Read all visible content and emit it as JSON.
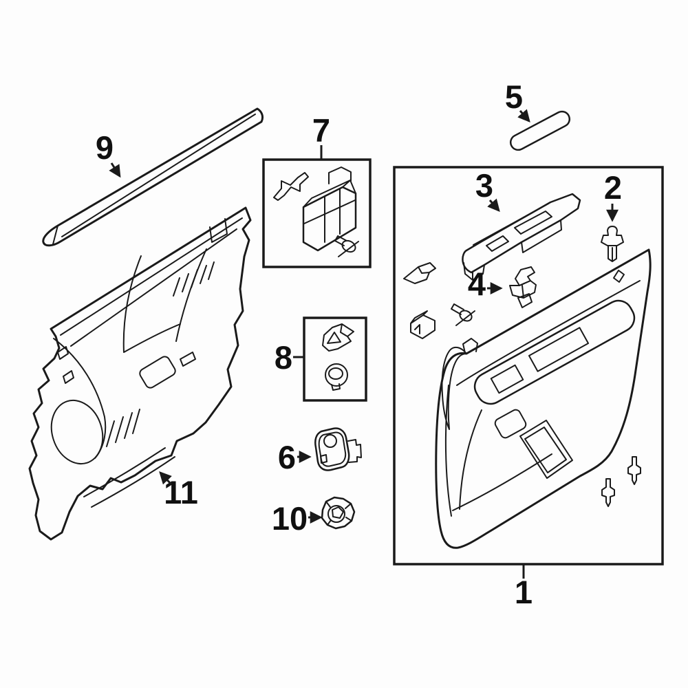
{
  "colors": {
    "background": "#fdfdfd",
    "line": "#1a1a1a",
    "label": "#101010"
  },
  "callouts": [
    {
      "label": "1"
    },
    {
      "label": "2"
    },
    {
      "label": "3"
    },
    {
      "label": "4"
    },
    {
      "label": "5"
    },
    {
      "label": "6"
    },
    {
      "label": "7"
    },
    {
      "label": "8"
    },
    {
      "label": "9"
    },
    {
      "label": "10"
    },
    {
      "label": "11"
    }
  ]
}
